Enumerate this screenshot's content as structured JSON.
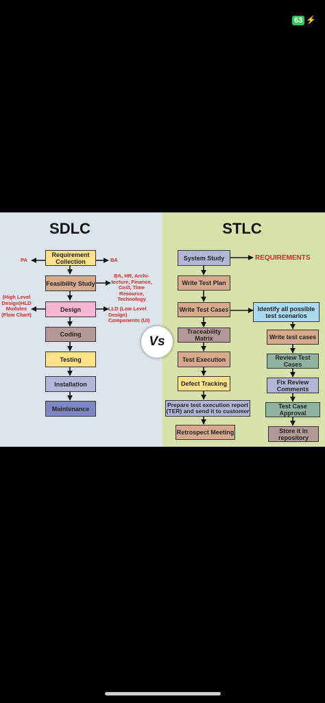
{
  "status_bar": {
    "battery": "63"
  },
  "sdlc": {
    "title": "SDLC",
    "steps": [
      "Requirement Collection",
      "Feasibility Study",
      "Design",
      "Coding",
      "Testing",
      "Installation",
      "Maintenance"
    ],
    "notes": {
      "pa": "PA",
      "ba": "BA",
      "feasibility": "BA, HR, Archi-tecture, Finance, Cost, Time Resource, Technology",
      "hld": "(High Level Design)HLD Modules (Flow Chart)",
      "lld": "LLD (Low Level Design) Components (UI)"
    },
    "colors": [
      "#fde28a",
      "#d8a98a",
      "#f4b6d0",
      "#b39898",
      "#fde28a",
      "#b2b4d8",
      "#7f86c4"
    ]
  },
  "vs": "Vs",
  "stlc": {
    "title": "STLC",
    "main_steps": [
      "System Study",
      "Write Test Plan",
      "Write Test Cases",
      "Traceability Matrix",
      "Test Execution",
      "Defect Tracking",
      "Prepare test execution report (TER) and send it to customer",
      "Retrospect Meeting"
    ],
    "requirements": "REQUIREMENTS",
    "side_steps": [
      "Identify all possible test scenarios",
      "Write test cases",
      "Review Test Cases",
      "Fix Review Comments",
      "Test Case Approval",
      "Store it in repository"
    ]
  }
}
